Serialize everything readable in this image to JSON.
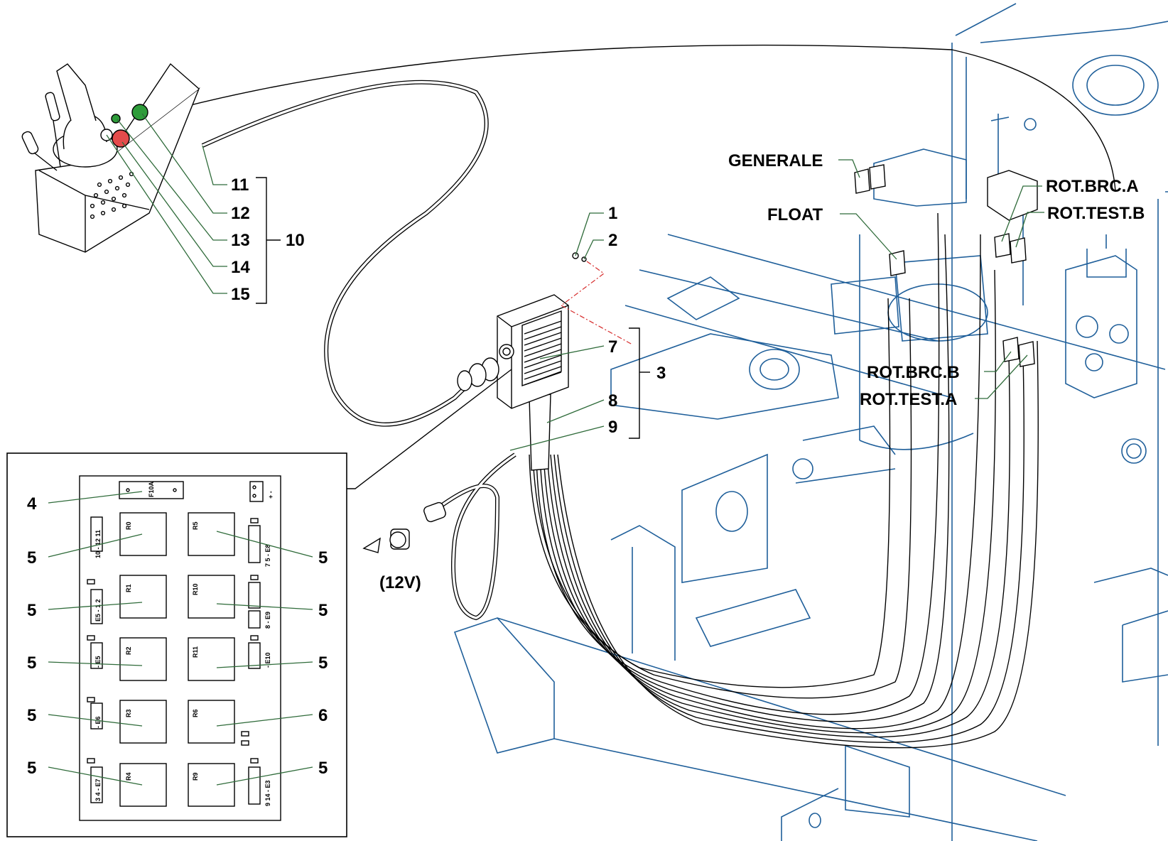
{
  "callouts": {
    "c1": "1",
    "c2": "2",
    "c3": "3",
    "c4": "4",
    "c5a": "5",
    "c5b": "5",
    "c5c": "5",
    "c5d": "5",
    "c5e": "5",
    "c5f": "5",
    "c5g": "5",
    "c5h": "5",
    "c5i": "5",
    "c6": "6",
    "c7": "7",
    "c8": "8",
    "c9": "9",
    "c10": "10",
    "c11": "11",
    "c12": "12",
    "c13": "13",
    "c14": "14",
    "c15": "15"
  },
  "voltage": "(12V)",
  "valves": {
    "generale": "GENERALE",
    "float": "FLOAT",
    "rot_brc_a": "ROT.BRC.A",
    "rot_test_b": "ROT.TEST.B",
    "rot_brc_b": "ROT.BRC.B",
    "rot_test_a": "ROT.TEST.A"
  },
  "board": {
    "fuse": "F10A",
    "relays": {
      "r0": "R0",
      "r1": "R1",
      "r2": "R2",
      "r3": "R3",
      "r4": "R4",
      "r5": "R5",
      "r10": "R10",
      "r11": "R11",
      "r6": "R6",
      "r9": "R9"
    },
    "terminals": {
      "t_10_12_11": "10 - 12 11",
      "t_e5_1_2": "E5 - 1 2",
      "t_e5": "- E5",
      "t_e6": "- E6",
      "t_e7_3_4": "3 4 - E7",
      "t_e8": "7 5 - E8",
      "t_e9": "8 - E9",
      "t_e10": "- E10",
      "t_e3": "9 14 - E3",
      "t_power": "+ -"
    }
  },
  "colors": {
    "frame": "#1f5f9a",
    "green_button": "#2e9c3a",
    "red_button": "#e44b4b",
    "leader": "#2f6b3a"
  }
}
